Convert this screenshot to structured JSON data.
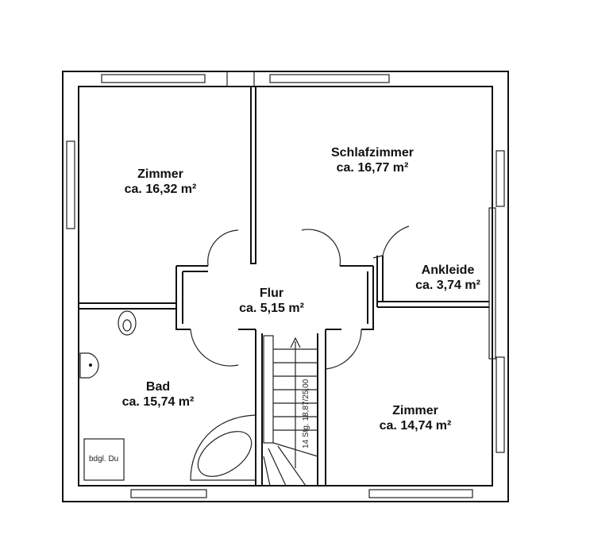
{
  "rooms": [
    {
      "name": "Zimmer",
      "area": "ca. 16,32 m²"
    },
    {
      "name": "Schlafzimmer",
      "area": "ca. 16,77 m²"
    },
    {
      "name": "Ankleide",
      "area": "ca. 3,74 m²"
    },
    {
      "name": "Flur",
      "area": "ca. 5,15 m²"
    },
    {
      "name": "Bad",
      "area": "ca. 15,74 m²"
    },
    {
      "name": "Zimmer",
      "area": "ca. 14,74 m²"
    }
  ],
  "fixtures": {
    "shower": "bdgl. Du",
    "stair": "14 Stg. 18,87/25,00"
  }
}
